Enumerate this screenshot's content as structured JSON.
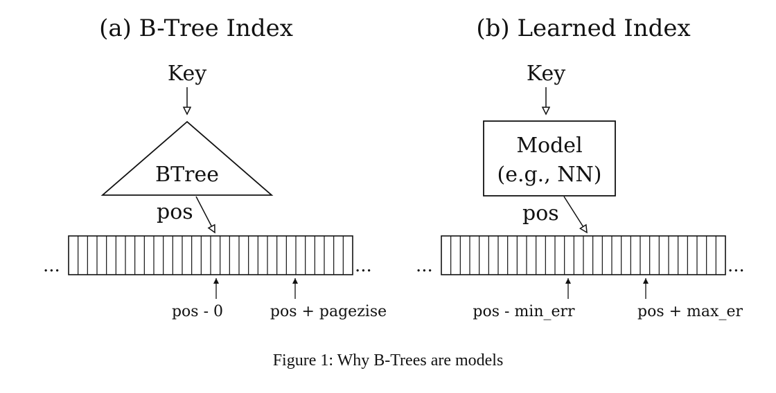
{
  "panel_a": {
    "title": "(a) B-Tree Index",
    "key_label": "Key",
    "node_label": "BTree",
    "pos_label": "pos",
    "left_ellipsis": "...",
    "right_ellipsis": "...",
    "lower_bound_label": "pos - 0",
    "upper_bound_label": "pos + pagezise"
  },
  "panel_b": {
    "title": "(b) Learned Index",
    "key_label": "Key",
    "model_line1": "Model",
    "model_line2": "(e.g., NN)",
    "pos_label": "pos",
    "left_ellipsis": "...",
    "right_ellipsis": "...",
    "lower_bound_label": "pos - min_err",
    "upper_bound_label": "pos + max_er"
  },
  "caption": "Figure 1: Why B-Trees are models",
  "colors": {
    "stroke": "#111111",
    "background": "#ffffff"
  }
}
